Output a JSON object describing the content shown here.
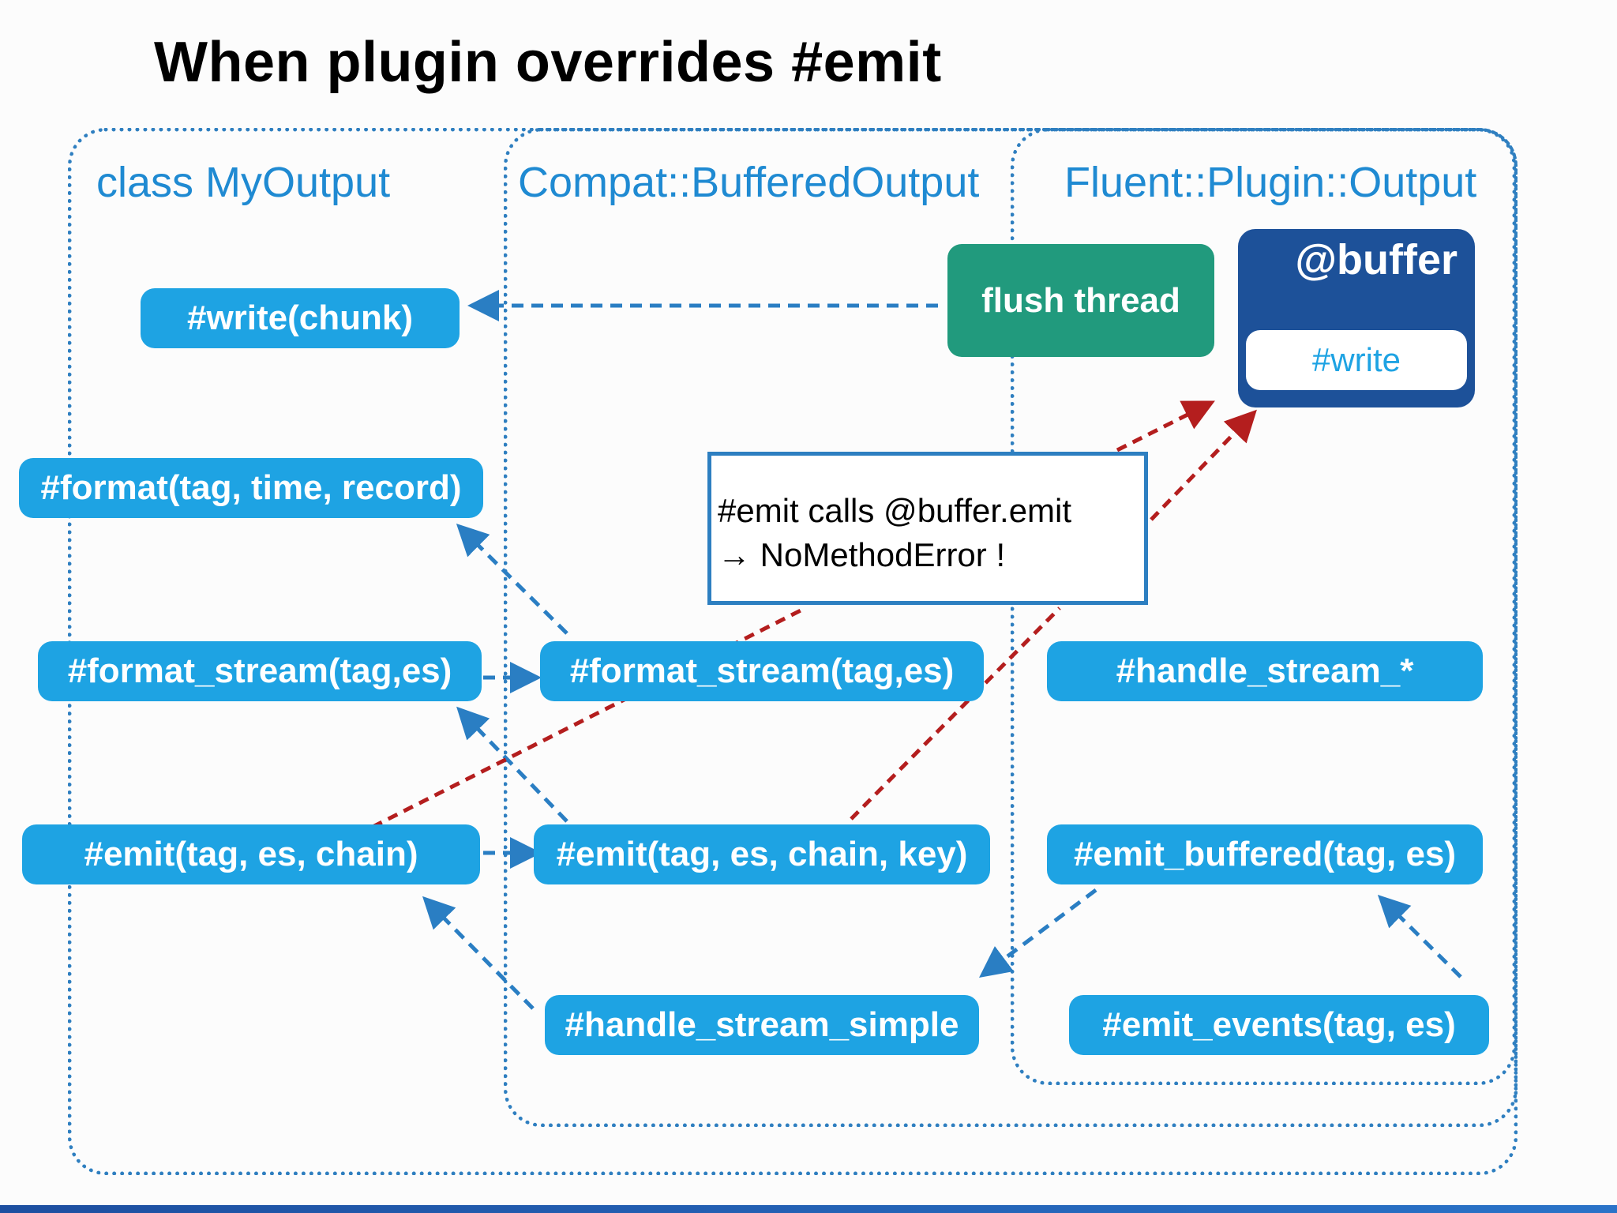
{
  "title": "When plugin overrides #emit",
  "regions": {
    "my_output": "class MyOutput",
    "compat": "Compat::BufferedOutput",
    "fluent": "Fluent::Plugin::Output"
  },
  "nodes": {
    "write_chunk": "#write(chunk)",
    "format": "#format(tag, time, record)",
    "format_stream_my": "#format_stream(tag,es)",
    "emit_my": "#emit(tag, es, chain)",
    "format_stream_compat": "#format_stream(tag,es)",
    "emit_compat": "#emit(tag, es, chain, key)",
    "handle_stream_simple": "#handle_stream_simple",
    "handle_stream_star": "#handle_stream_*",
    "emit_buffered": "#emit_buffered(tag, es)",
    "emit_events": "#emit_events(tag, es)"
  },
  "flush_thread": "flush thread",
  "buffer": {
    "title": "@buffer",
    "method": "#write"
  },
  "callout": {
    "line1": "#emit calls @buffer.emit",
    "line2": " → NoMethodError !"
  },
  "colors": {
    "node": "#1ea3e3",
    "flush_thread": "#219a7d",
    "buffer": "#1d5199",
    "region_border": "#2f7fc0",
    "arrow_blue": "#2a7ec3",
    "arrow_red": "#b41e1e"
  }
}
